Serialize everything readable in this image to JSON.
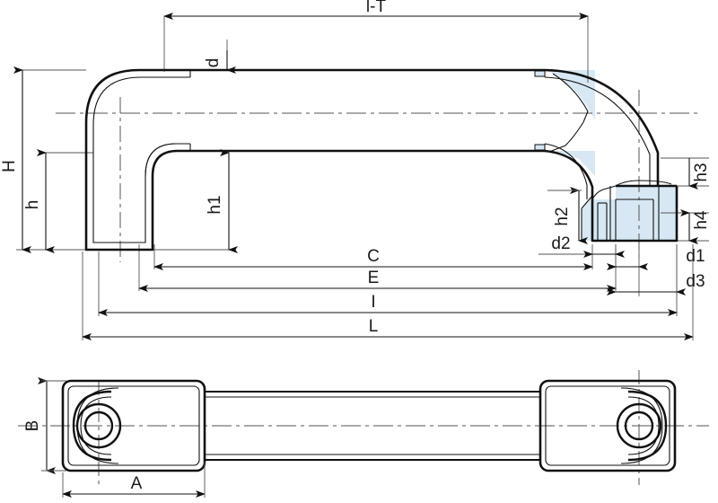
{
  "drawing": {
    "title": "Tubular pull handle - technical dimension drawing",
    "type": "engineering-dimension-drawing",
    "views": [
      {
        "name": "side-elevation-section",
        "position": "top"
      },
      {
        "name": "plan-view",
        "position": "bottom"
      }
    ],
    "style": {
      "line_color": "#1a1a1a",
      "thin_line_color": "#555555",
      "section_fill": "#d7e8f4",
      "background": "#ffffff"
    },
    "dimension_labels": {
      "l_t": "l-T",
      "d": "d",
      "H": "H",
      "h": "h",
      "h1": "h1",
      "h2": "h2",
      "h3": "h3",
      "h4": "h4",
      "d1": "d1",
      "d2": "d2",
      "d3": "d3",
      "C": "C",
      "E": "E",
      "I": "I",
      "L": "L",
      "A": "A",
      "B": "B"
    }
  }
}
